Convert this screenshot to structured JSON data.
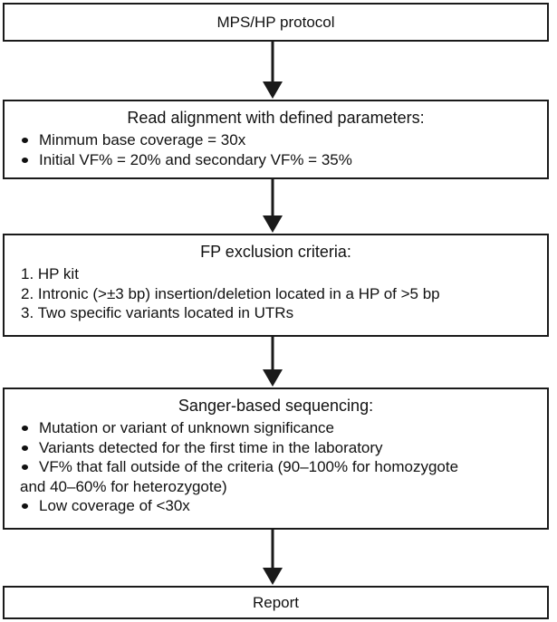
{
  "steps": {
    "protocol": {
      "title": "MPS/HP protocol"
    },
    "alignment": {
      "title": "Read alignment with defined parameters:",
      "items": [
        "Minmum base coverage = 30x",
        "Initial VF% = 20% and secondary VF% = 35%"
      ]
    },
    "fp_exclusion": {
      "title": "FP exclusion criteria:",
      "items": [
        "1. HP kit",
        "2. Intronic (>±3 bp) insertion/deletion located in a HP of >5 bp",
        "3. Two specific variants located in UTRs"
      ]
    },
    "sanger": {
      "title": "Sanger-based sequencing:",
      "items": [
        "Mutation or variant of unknown significance",
        "Variants detected for the first time in the laboratory",
        "VF% that fall outside of the criteria (90–100% for homozygote",
        "and 40–60% for heterozygote)",
        "Low coverage of <30x"
      ]
    },
    "report": {
      "title": "Report"
    }
  },
  "colors": {
    "stroke": "#1a1a1a",
    "text": "#111111",
    "background": "#ffffff"
  }
}
